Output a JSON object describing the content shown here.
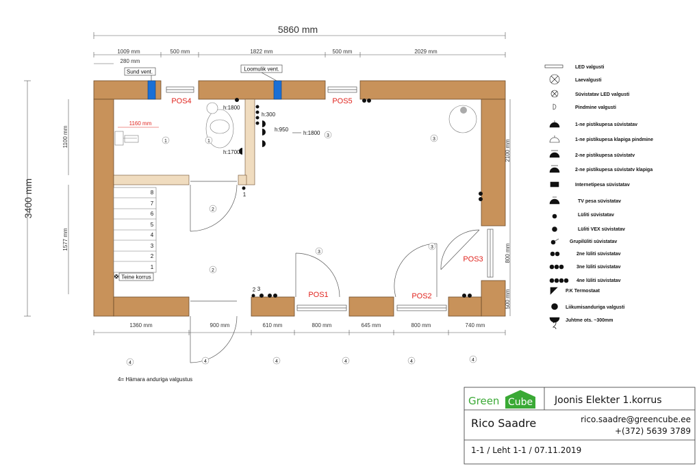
{
  "plan": {
    "total_width": "5860 mm",
    "total_height": "3400 mm",
    "top_dims": [
      "1009 mm",
      "500 mm",
      "1822 mm",
      "500 mm",
      "2029 mm"
    ],
    "top_sub_dim": "280 mm",
    "vents": [
      "Sund vent.",
      "Loomulik vent."
    ],
    "left_dims": [
      "1100 mm",
      "1577 mm"
    ],
    "right_dims": [
      "2100 mm",
      "800 mm",
      "500 mm"
    ],
    "bottom_dims": [
      "1360 mm",
      "900 mm",
      "610 mm",
      "800 mm",
      "645 mm",
      "800 mm",
      "740 mm"
    ],
    "red_dim": "1160 mm",
    "positions": [
      "POS4",
      "POS5",
      "POS1",
      "POS2",
      "POS3"
    ],
    "heights": [
      "h:1800",
      "h:300",
      "h:950",
      "h:1800",
      "h:1700"
    ],
    "stairs": [
      "8",
      "7",
      "6",
      "5",
      "4",
      "3",
      "2",
      "1"
    ],
    "teine_korrus": "Teine korrus",
    "circle_labels": [
      "1",
      "1",
      "2",
      "2",
      "3",
      "3",
      "3",
      "3",
      "4",
      "4",
      "4",
      "4",
      "4",
      "4"
    ],
    "small_labels": [
      "1",
      "2",
      "3"
    ],
    "footnote": "4= Hämara anduriga valgustus"
  },
  "legend": [
    "LED valgusti",
    "Laevalgusti",
    "Süvistatav LED valgusti",
    "Pindmine valgusti",
    "1-ne pistikupesa süvistatav",
    "1-ne pistikupesa klapiga pindmine",
    "2-ne pistikupesa süvistatv",
    "2-ne pistikupesa süvistatv klapiga",
    "Internetipesa süvistatav",
    "TV pesa süvistatav",
    "Lüliti süvistatav",
    "Lüliti VEX süvistatav",
    "Grupilüliti süvistatav",
    "2ne lüliti süvistatav",
    "3ne lüliti süvistatav",
    "4ne lüliti süvistatav",
    "P.K Termostaat",
    "Liikumisanduriga valgusti",
    "Juhtme ots. ~300mm"
  ],
  "title_block": {
    "logo_green": "Green",
    "logo_cube": "Cube",
    "drawing_title": "Joonis Elekter 1.korrus",
    "author": "Rico Saadre",
    "email": "rico.saadre@greencube.ee",
    "phone": "+(372) 5639 3789",
    "sheet": "1-1 / Leht 1-1 / 07.11.2019"
  },
  "colors": {
    "wall": "#c8925a",
    "vent": "#1a6fd6",
    "pos": "#e0231d",
    "logo": "#3aa935"
  }
}
